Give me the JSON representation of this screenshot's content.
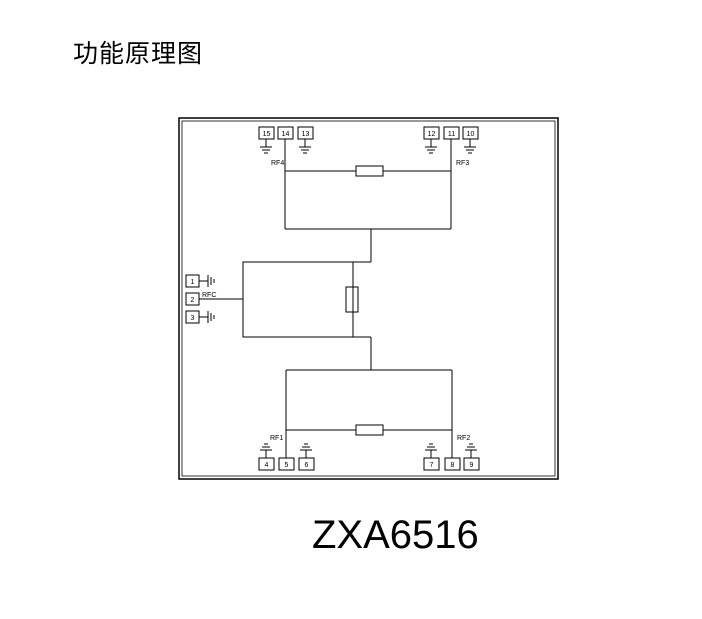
{
  "title": "功能原理图",
  "part_number": "ZXA6516",
  "pins": {
    "p1": "1",
    "p2": "2",
    "p3": "3",
    "p4": "4",
    "p5": "5",
    "p6": "6",
    "p7": "7",
    "p8": "8",
    "p9": "9",
    "p10": "10",
    "p11": "11",
    "p12": "12",
    "p13": "13",
    "p14": "14",
    "p15": "15"
  },
  "ports": {
    "rfc": "RFC",
    "rf1": "RF1",
    "rf2": "RF2",
    "rf3": "RF3",
    "rf4": "RF4"
  }
}
